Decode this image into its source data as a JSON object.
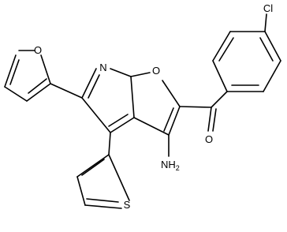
{
  "molecule": {
    "atom_labels": {
      "furan_o": "O",
      "pyridine_n": "N",
      "core_furan_o": "O",
      "carbonyl_o": "O",
      "chlorine": "Cl",
      "amino_nh": "NH",
      "amino_sub": "2",
      "thiophene_s": "S"
    }
  }
}
